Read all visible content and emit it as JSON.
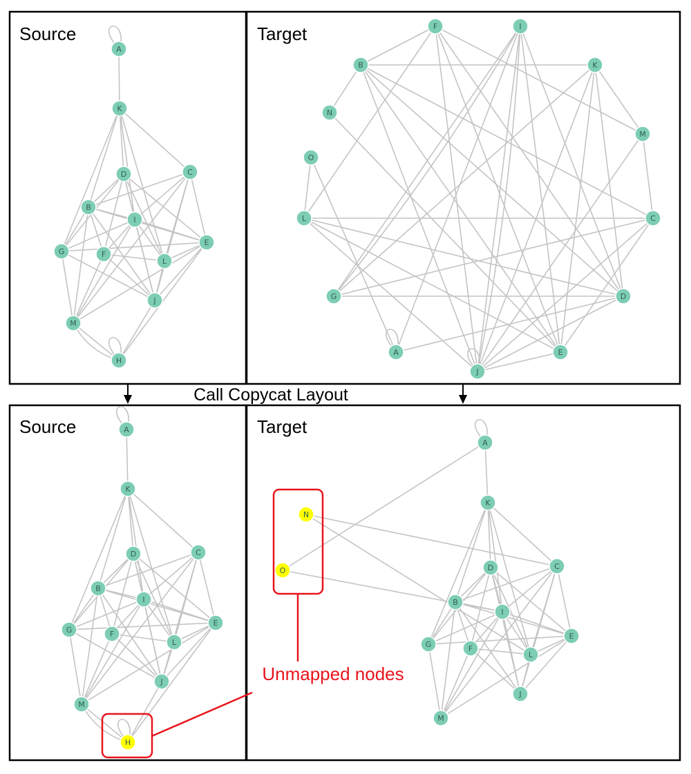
{
  "caption": "Call Copycat Layout",
  "annotation": {
    "label": "Unmapped nodes"
  },
  "colors": {
    "node": "#7dcdb5",
    "unmapped": "#ffff00",
    "edge": "#c4c4c4",
    "annotation": "#e8141c",
    "frame": "#000000"
  },
  "panels": [
    {
      "id": "before-source",
      "title": "Source",
      "nodes": [
        "A",
        "K",
        "D",
        "C",
        "B",
        "I",
        "G",
        "F",
        "E",
        "L",
        "J",
        "M",
        "H"
      ],
      "unmapped": [],
      "selfloops": [
        "A",
        "H"
      ],
      "edges": [
        [
          "A",
          "K"
        ],
        [
          "K",
          "D"
        ],
        [
          "K",
          "C"
        ],
        [
          "K",
          "B"
        ],
        [
          "K",
          "I"
        ],
        [
          "K",
          "G"
        ],
        [
          "K",
          "L"
        ],
        [
          "D",
          "B"
        ],
        [
          "D",
          "I"
        ],
        [
          "D",
          "E"
        ],
        [
          "D",
          "L"
        ],
        [
          "D",
          "J"
        ],
        [
          "D",
          "F"
        ],
        [
          "D",
          "G"
        ],
        [
          "C",
          "B"
        ],
        [
          "C",
          "I"
        ],
        [
          "C",
          "E"
        ],
        [
          "C",
          "L"
        ],
        [
          "C",
          "J"
        ],
        [
          "C",
          "M"
        ],
        [
          "B",
          "I"
        ],
        [
          "B",
          "G"
        ],
        [
          "B",
          "F"
        ],
        [
          "B",
          "E"
        ],
        [
          "B",
          "M"
        ],
        [
          "B",
          "J"
        ],
        [
          "I",
          "G"
        ],
        [
          "I",
          "F"
        ],
        [
          "I",
          "E"
        ],
        [
          "I",
          "L"
        ],
        [
          "I",
          "J"
        ],
        [
          "I",
          "M"
        ],
        [
          "G",
          "M"
        ],
        [
          "G",
          "J"
        ],
        [
          "F",
          "L"
        ],
        [
          "F",
          "J"
        ],
        [
          "F",
          "M"
        ],
        [
          "E",
          "L"
        ],
        [
          "E",
          "J"
        ],
        [
          "E",
          "M"
        ],
        [
          "E",
          "H"
        ],
        [
          "L",
          "J"
        ],
        [
          "M",
          "H"
        ],
        [
          "M",
          "H"
        ],
        [
          "H",
          "J"
        ],
        [
          "G",
          "E"
        ]
      ]
    },
    {
      "id": "before-target",
      "title": "Target",
      "nodes": [
        "F",
        "I",
        "B",
        "K",
        "N",
        "M",
        "O",
        "L",
        "C",
        "G",
        "D",
        "A",
        "E",
        "J"
      ],
      "unmapped": [],
      "selfloops": [
        "A",
        "J"
      ],
      "edges": [
        [
          "B",
          "N"
        ],
        [
          "B",
          "J"
        ],
        [
          "B",
          "D"
        ],
        [
          "B",
          "C"
        ],
        [
          "B",
          "E"
        ],
        [
          "B",
          "F"
        ],
        [
          "F",
          "J"
        ],
        [
          "F",
          "E"
        ],
        [
          "F",
          "L"
        ],
        [
          "F",
          "M"
        ],
        [
          "F",
          "D"
        ],
        [
          "I",
          "J"
        ],
        [
          "I",
          "G"
        ],
        [
          "I",
          "A"
        ],
        [
          "I",
          "D"
        ],
        [
          "I",
          "E"
        ],
        [
          "K",
          "E"
        ],
        [
          "K",
          "D"
        ],
        [
          "K",
          "J"
        ],
        [
          "K",
          "M"
        ],
        [
          "K",
          "B"
        ],
        [
          "K",
          "G"
        ],
        [
          "M",
          "C"
        ],
        [
          "M",
          "J"
        ],
        [
          "N",
          "E"
        ],
        [
          "O",
          "L"
        ],
        [
          "O",
          "A"
        ],
        [
          "L",
          "D"
        ],
        [
          "L",
          "C"
        ],
        [
          "L",
          "E"
        ],
        [
          "L",
          "J"
        ],
        [
          "G",
          "C"
        ],
        [
          "G",
          "D"
        ],
        [
          "G",
          "I"
        ],
        [
          "C",
          "J"
        ],
        [
          "C",
          "E"
        ],
        [
          "D",
          "J"
        ],
        [
          "D",
          "A"
        ],
        [
          "E",
          "J"
        ],
        [
          "J",
          "I"
        ]
      ]
    },
    {
      "id": "after-source",
      "title": "Source",
      "nodes": [
        "A",
        "K",
        "D",
        "C",
        "B",
        "I",
        "G",
        "F",
        "E",
        "L",
        "J",
        "M",
        "H"
      ],
      "unmapped": [
        "H"
      ],
      "selfloops": [
        "A",
        "H"
      ],
      "edges": [
        [
          "A",
          "K"
        ],
        [
          "K",
          "D"
        ],
        [
          "K",
          "C"
        ],
        [
          "K",
          "B"
        ],
        [
          "K",
          "I"
        ],
        [
          "K",
          "G"
        ],
        [
          "K",
          "L"
        ],
        [
          "D",
          "B"
        ],
        [
          "D",
          "I"
        ],
        [
          "D",
          "E"
        ],
        [
          "D",
          "L"
        ],
        [
          "D",
          "J"
        ],
        [
          "D",
          "F"
        ],
        [
          "D",
          "G"
        ],
        [
          "C",
          "B"
        ],
        [
          "C",
          "I"
        ],
        [
          "C",
          "E"
        ],
        [
          "C",
          "L"
        ],
        [
          "C",
          "J"
        ],
        [
          "C",
          "M"
        ],
        [
          "B",
          "I"
        ],
        [
          "B",
          "G"
        ],
        [
          "B",
          "F"
        ],
        [
          "B",
          "E"
        ],
        [
          "B",
          "M"
        ],
        [
          "B",
          "J"
        ],
        [
          "I",
          "G"
        ],
        [
          "I",
          "F"
        ],
        [
          "I",
          "E"
        ],
        [
          "I",
          "L"
        ],
        [
          "I",
          "J"
        ],
        [
          "I",
          "M"
        ],
        [
          "G",
          "M"
        ],
        [
          "G",
          "J"
        ],
        [
          "F",
          "L"
        ],
        [
          "F",
          "J"
        ],
        [
          "F",
          "M"
        ],
        [
          "E",
          "L"
        ],
        [
          "E",
          "J"
        ],
        [
          "E",
          "M"
        ],
        [
          "E",
          "H"
        ],
        [
          "L",
          "J"
        ],
        [
          "M",
          "H"
        ],
        [
          "M",
          "H"
        ],
        [
          "H",
          "J"
        ],
        [
          "G",
          "E"
        ]
      ]
    },
    {
      "id": "after-target",
      "title": "Target",
      "nodes": [
        "A",
        "K",
        "N",
        "O",
        "D",
        "C",
        "B",
        "I",
        "G",
        "F",
        "E",
        "L",
        "J",
        "M"
      ],
      "unmapped": [
        "N",
        "O"
      ],
      "selfloops": [
        "A"
      ],
      "edges": [
        [
          "A",
          "K"
        ],
        [
          "A",
          "O"
        ],
        [
          "N",
          "C"
        ],
        [
          "N",
          "L"
        ],
        [
          "O",
          "I"
        ],
        [
          "K",
          "D"
        ],
        [
          "K",
          "C"
        ],
        [
          "K",
          "B"
        ],
        [
          "K",
          "I"
        ],
        [
          "K",
          "G"
        ],
        [
          "K",
          "L"
        ],
        [
          "D",
          "B"
        ],
        [
          "D",
          "I"
        ],
        [
          "D",
          "E"
        ],
        [
          "D",
          "L"
        ],
        [
          "D",
          "J"
        ],
        [
          "D",
          "F"
        ],
        [
          "D",
          "G"
        ],
        [
          "C",
          "B"
        ],
        [
          "C",
          "I"
        ],
        [
          "C",
          "E"
        ],
        [
          "C",
          "L"
        ],
        [
          "C",
          "J"
        ],
        [
          "C",
          "M"
        ],
        [
          "B",
          "I"
        ],
        [
          "B",
          "G"
        ],
        [
          "B",
          "F"
        ],
        [
          "B",
          "E"
        ],
        [
          "B",
          "M"
        ],
        [
          "B",
          "J"
        ],
        [
          "I",
          "G"
        ],
        [
          "I",
          "F"
        ],
        [
          "I",
          "E"
        ],
        [
          "I",
          "L"
        ],
        [
          "I",
          "J"
        ],
        [
          "I",
          "M"
        ],
        [
          "G",
          "M"
        ],
        [
          "F",
          "L"
        ],
        [
          "F",
          "J"
        ],
        [
          "F",
          "M"
        ],
        [
          "E",
          "L"
        ],
        [
          "E",
          "J"
        ],
        [
          "E",
          "M"
        ],
        [
          "L",
          "J"
        ],
        [
          "G",
          "E"
        ]
      ]
    }
  ]
}
